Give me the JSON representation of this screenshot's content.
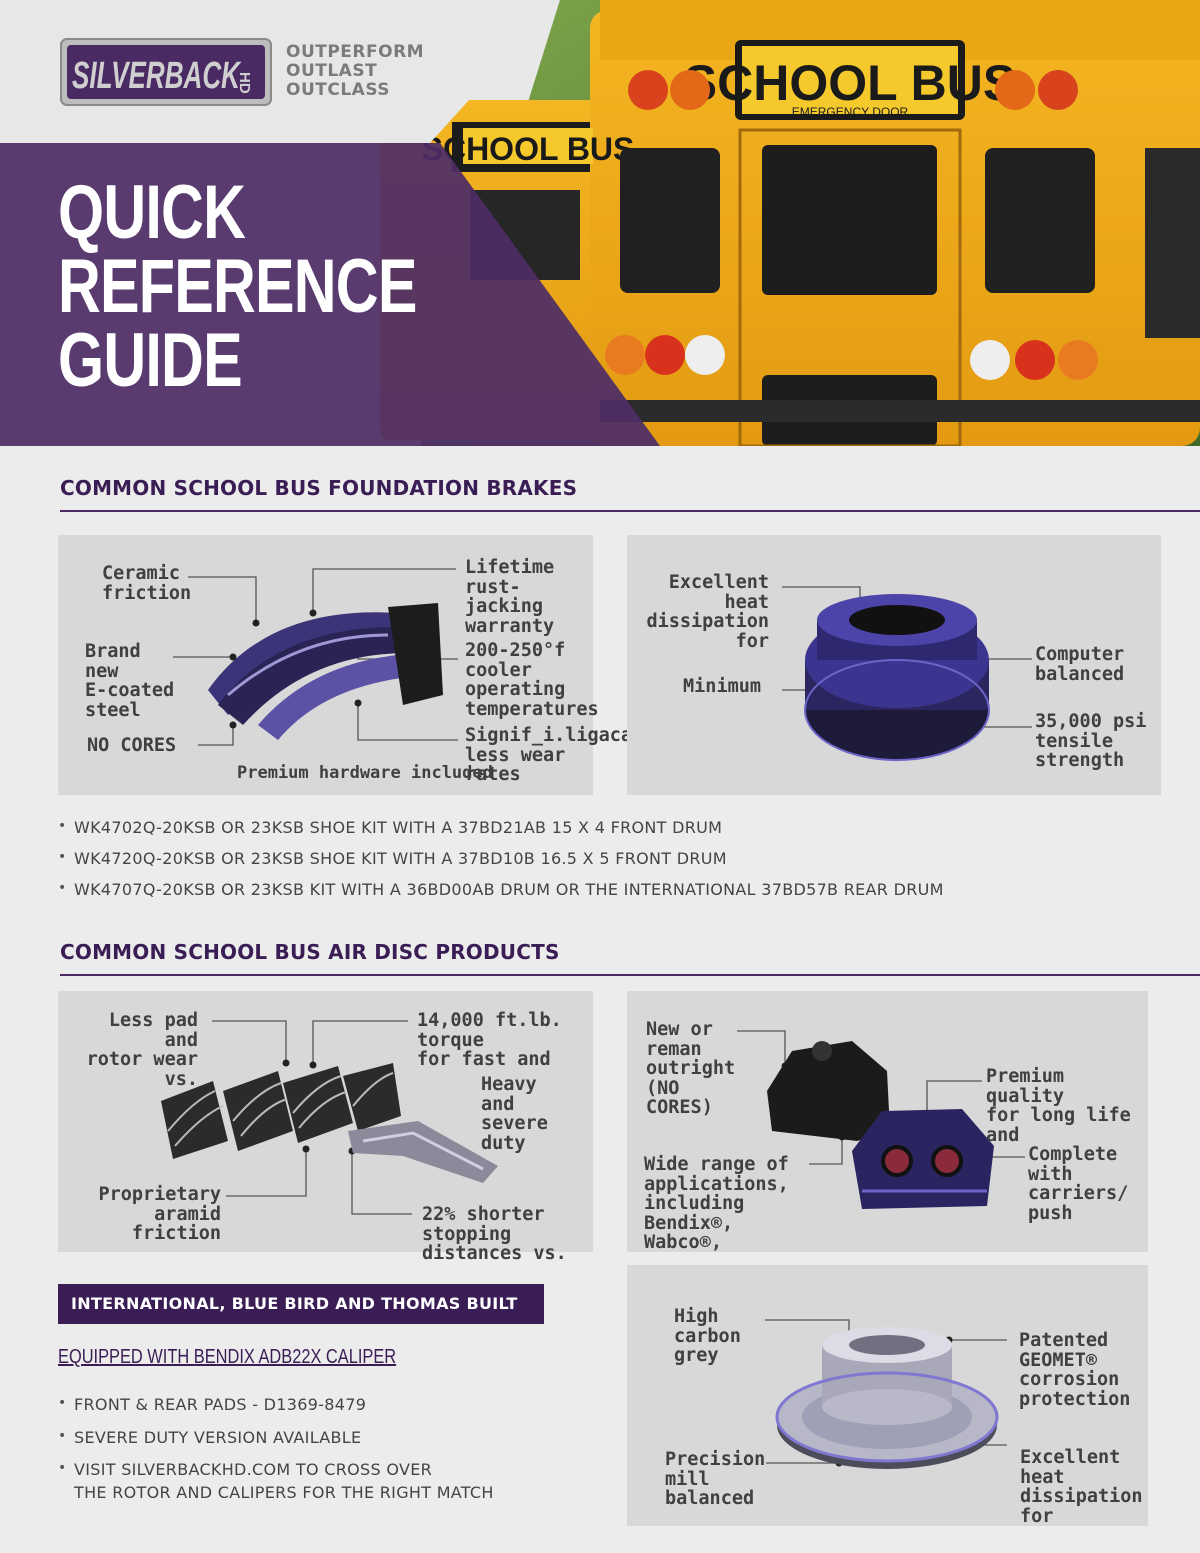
{
  "brand": {
    "logo_text": "SILVERBACK",
    "logo_suffix": "HD",
    "slogan": [
      "OUTPERFORM",
      "OUTLAST",
      "OUTCLASS"
    ],
    "colors": {
      "purple": "#4a2a63",
      "dark_purple": "#3a1d55",
      "bus_yellow": "#f0b21a"
    }
  },
  "hero": {
    "title": [
      "QUICK",
      "REFERENCE",
      "GUIDE"
    ],
    "bus_sign": "SCHOOL BUS",
    "bus_sign_sub": "EMERGENCY DOOR"
  },
  "foundation": {
    "heading": "COMMON SCHOOL BUS FOUNDATION BRAKES",
    "shoe_panel": {
      "ceramic": "Ceramic\nfriction",
      "brand_new": "Brand\nnew\nE-coated\nsteel",
      "no_cores": "NO CORES",
      "lifetime": "Lifetime\nrust-jacking\nwarranty",
      "cooler": "200-250°f\ncooler\noperating\ntemperatures",
      "significantly": "Signif_i.ligacantly\nless wear\nrates",
      "premium_hw": "Premium hardware included"
    },
    "drum_panel": {
      "excellent": "Excellent\nheat\ndissipation\nfor",
      "minimum": "Minimum",
      "computer": "Computer\nbalanced",
      "psi": "35,000 psi\ntensile\nstrength"
    },
    "bullets": [
      "WK4702Q-20KSB OR 23KSB SHOE KIT WITH A 37BD21AB 15 X 4 FRONT DRUM",
      "WK4720Q-20KSB OR 23KSB SHOE KIT WITH A 37BD10B 16.5 X 5 FRONT DRUM",
      "WK4707Q-20KSB OR 23KSB KIT WITH A 36BD00AB DRUM OR THE INTERNATIONAL 37BD57B REAR DRUM"
    ]
  },
  "air_disc": {
    "heading": "COMMON SCHOOL BUS AIR DISC PRODUCTS",
    "pads_panel": {
      "less_pad": "Less pad\nand\nrotor wear\nvs.",
      "torque": "14,000 ft.lb.\ntorque\nfor fast and",
      "heavy": "Heavy\nand\nsevere\nduty",
      "aramid": "Proprietary\naramid\nfriction",
      "shorter": "22% shorter\nstopping\ndistances vs."
    },
    "caliper_panel": {
      "new_reman": "New or\nreman\noutright\n(NO\nCORES)",
      "wide_range": "Wide range of\napplications,\nincluding\nBendix®,\nWabco®,",
      "premium": "Premium\nquality\nfor long life\nand",
      "complete": "Complete\nwith\ncarriers/\npush"
    },
    "rotor_panel": {
      "high_carbon": "High\ncarbon\ngrey",
      "precision": "Precision\nmill\nbalanced",
      "patented": "Patented\nGEOMET®\ncorrosion\nprotection",
      "excellent": "Excellent\nheat\ndissipation\nfor"
    },
    "oem_badge": "INTERNATIONAL, BLUE BIRD AND THOMAS BUILT",
    "equipped": "EQUIPPED WITH BENDIX ADB22X CALIPER",
    "bullets": [
      "FRONT & REAR PADS - D1369-8479",
      "SEVERE DUTY VERSION AVAILABLE",
      "VISIT SILVERBACKHD.COM TO CROSS OVER",
      "THE ROTOR AND CALIPERS FOR THE RIGHT MATCH"
    ]
  }
}
